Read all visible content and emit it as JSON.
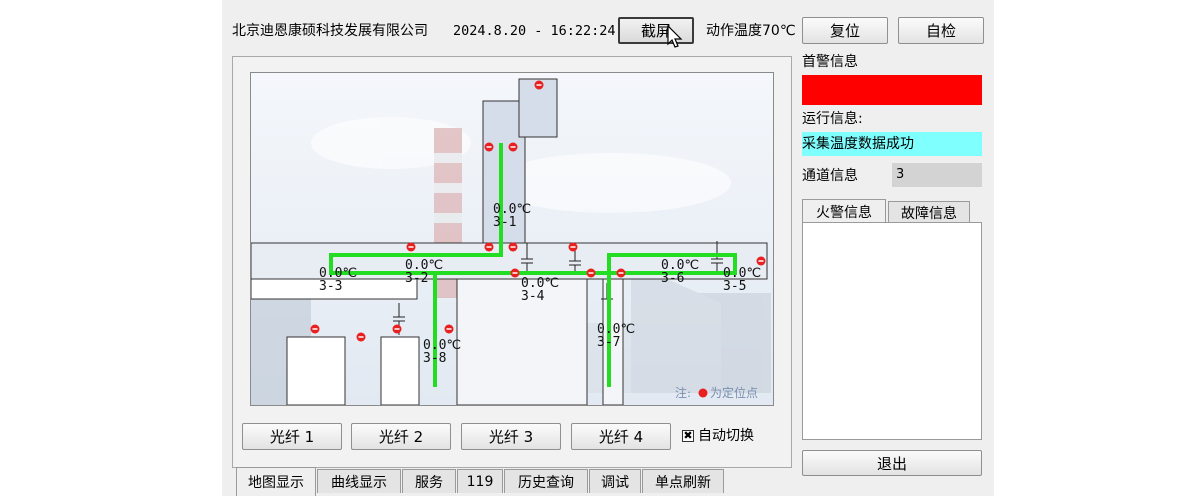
{
  "header": {
    "company": "北京迪恩康硕科技发展有限公司",
    "datetime": "2024.8.20 - 16:22:24",
    "screenshot_label": "截屏",
    "action_temp": "动作温度70℃",
    "reset_label": "复位",
    "selftest_label": "自检"
  },
  "side": {
    "first_alarm_title": "首警信息",
    "first_alarm_value": "",
    "run_info_title": "运行信息:",
    "run_info_value": "采集温度数据成功",
    "channel_title": "通道信息",
    "channel_value": "3",
    "tabs": [
      "火警信息",
      "故障信息"
    ],
    "exit_label": "退出"
  },
  "map": {
    "note": "注:",
    "note_suffix": "为定位点",
    "sensors": [
      {
        "id": "3-1",
        "temp": "0.0℃"
      },
      {
        "id": "3-2",
        "temp": "0.0℃"
      },
      {
        "id": "3-3",
        "temp": "0.0℃"
      },
      {
        "id": "3-4",
        "temp": "0.0℃"
      },
      {
        "id": "3-5",
        "temp": "0.0℃"
      },
      {
        "id": "3-6",
        "temp": "0.0℃"
      },
      {
        "id": "3-7",
        "temp": "0.0℃"
      },
      {
        "id": "3-8",
        "temp": "0.0℃"
      }
    ]
  },
  "fiber_buttons": [
    "光纤 1",
    "光纤 2",
    "光纤 3",
    "光纤 4"
  ],
  "auto_switch": {
    "label": "自动切换",
    "checked": true
  },
  "bottom_tabs": [
    "地图显示",
    "曲线显示",
    "服务",
    "119",
    "历史查询",
    "调试",
    "单点刷新"
  ],
  "colors": {
    "alarm_red": "#ff0000",
    "run_cyan": "#80ffff",
    "fiber_green": "#22dd22",
    "marker_red": "#e82020"
  }
}
